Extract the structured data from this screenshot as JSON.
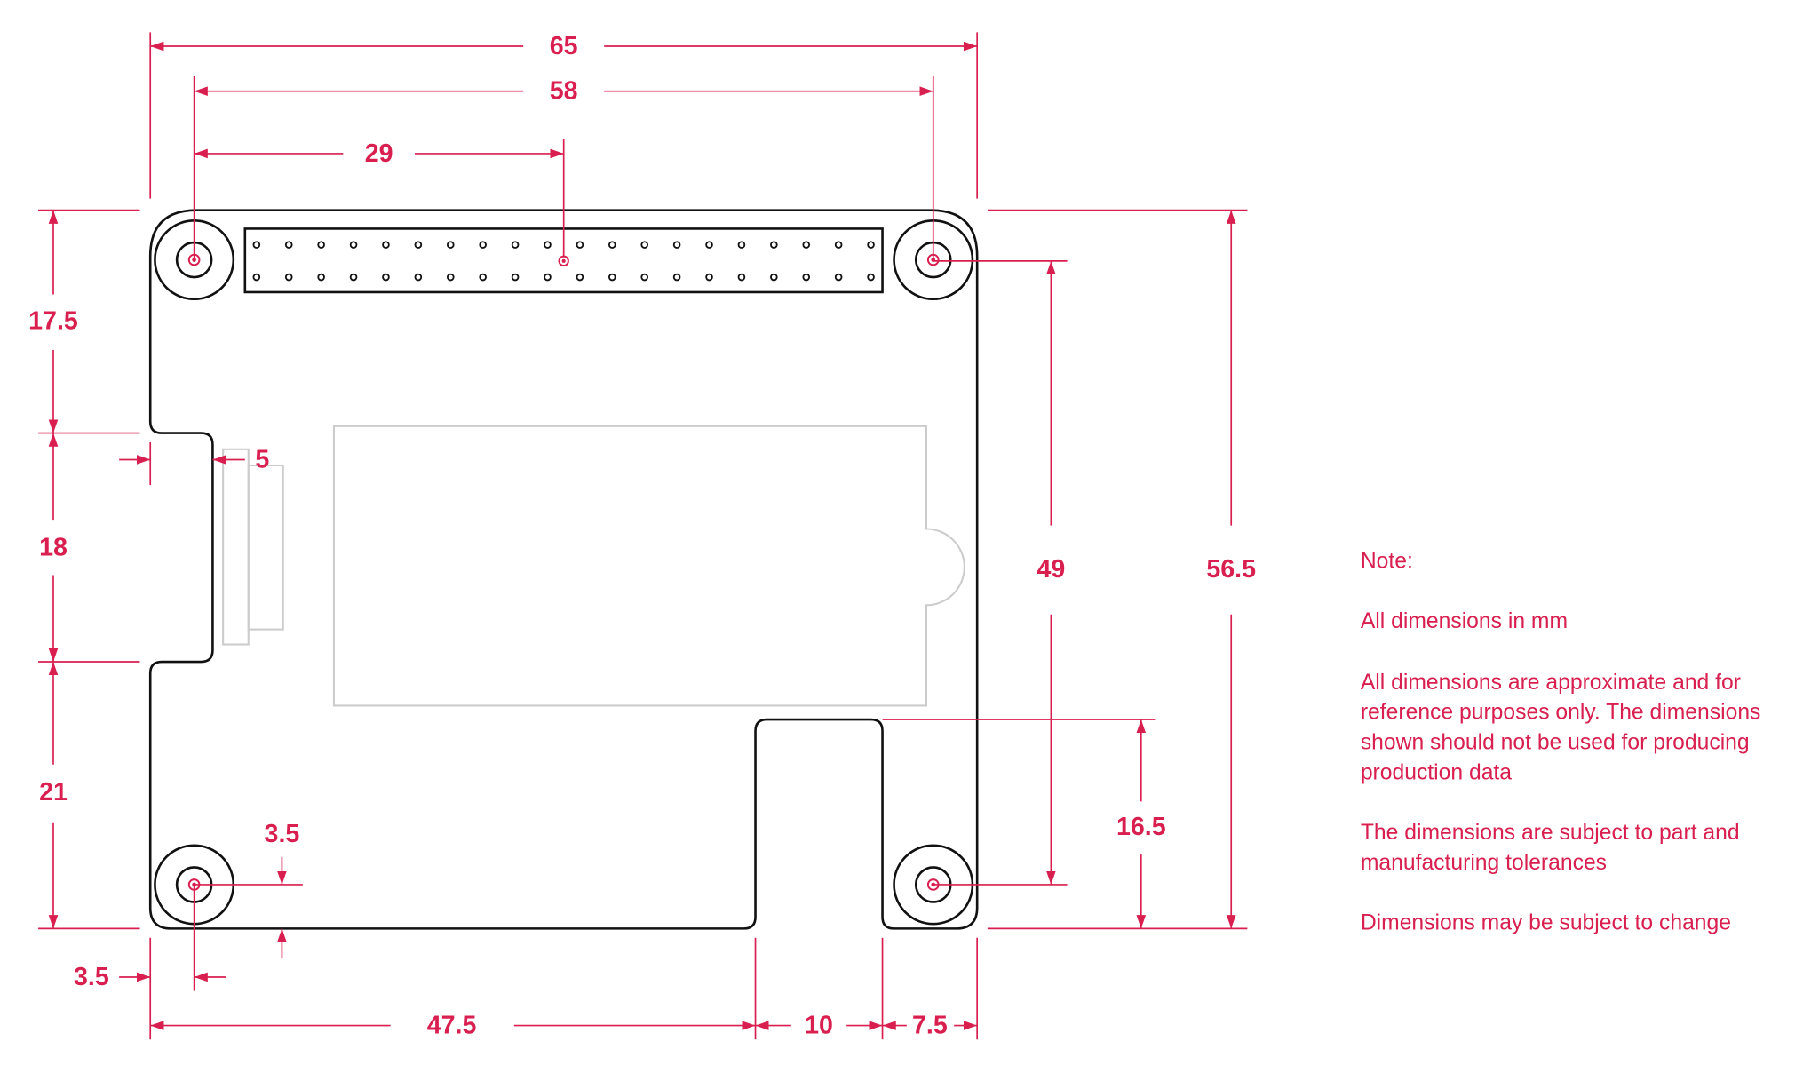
{
  "title": "Board mechanical drawing",
  "accent_color": "#d81f4f",
  "dimensions": {
    "width_overall": "65",
    "hole_spacing_x": "58",
    "header_center": "29",
    "top_to_notch": "17.5",
    "notch_height": "18",
    "notch_to_bottom": "21",
    "notch_depth": "5",
    "hole_offset_x": "3.5",
    "hole_offset_y": "3.5",
    "bottom_left_segment": "47.5",
    "bottom_cutout_width": "10",
    "bottom_right_segment": "7.5",
    "hole_spacing_y": "49",
    "height_overall": "56.5",
    "cutout_height": "16.5"
  },
  "notes": {
    "heading": "Note:",
    "lines": [
      "All dimensions in mm",
      "All dimensions are approximate and for",
      "reference purposes only. The dimensions",
      "shown should not be used for producing",
      "production data",
      "The dimensions are subject to part and",
      "manufacturing tolerances",
      "Dimensions may be subject to change"
    ]
  }
}
